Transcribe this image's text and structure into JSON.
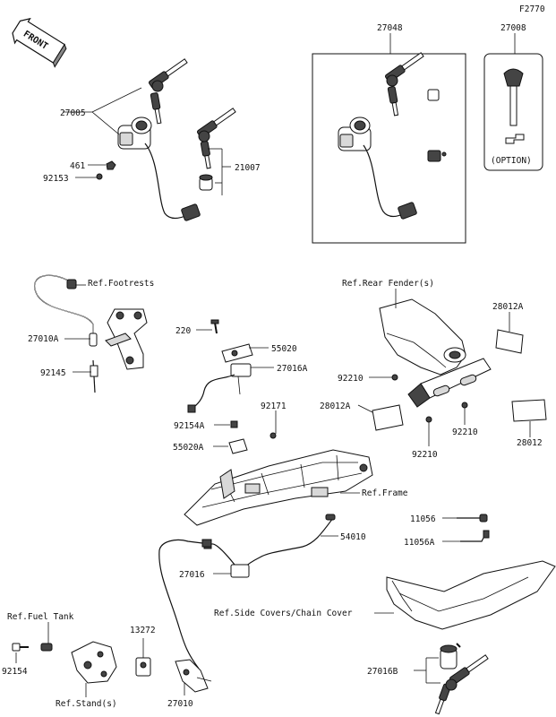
{
  "figure_code": "F2770",
  "front_badge": "FRONT",
  "labels": {
    "p27005": "27005",
    "p461": "461",
    "p92153": "92153",
    "p21007": "21007",
    "p27048": "27048",
    "p27008": "27008",
    "option": "(OPTION)",
    "ref_footrests": "Ref.Footrests",
    "p27010a": "27010A",
    "p92145": "92145",
    "p220": "220",
    "p55020": "55020",
    "p27016a": "27016A",
    "p92171": "92171",
    "p92154a": "92154A",
    "p55020a": "55020A",
    "ref_frame": "Ref.Frame",
    "ref_rear_fender": "Ref.Rear Fender(s)",
    "p28012a_top": "28012A",
    "p92210_left": "92210",
    "p28012a_left": "28012A",
    "p92210_mid": "92210",
    "p92210_right": "92210",
    "p28012": "28012",
    "p11056": "11056",
    "p11056a": "11056A",
    "p54010": "54010",
    "p27016": "27016",
    "ref_side_covers": "Ref.Side Covers/Chain Cover",
    "ref_fuel_tank": "Ref.Fuel Tank",
    "p92154": "92154",
    "p13272": "13272",
    "ref_stands": "Ref.Stand(s)",
    "p27010": "27010",
    "p27016b": "27016B"
  }
}
